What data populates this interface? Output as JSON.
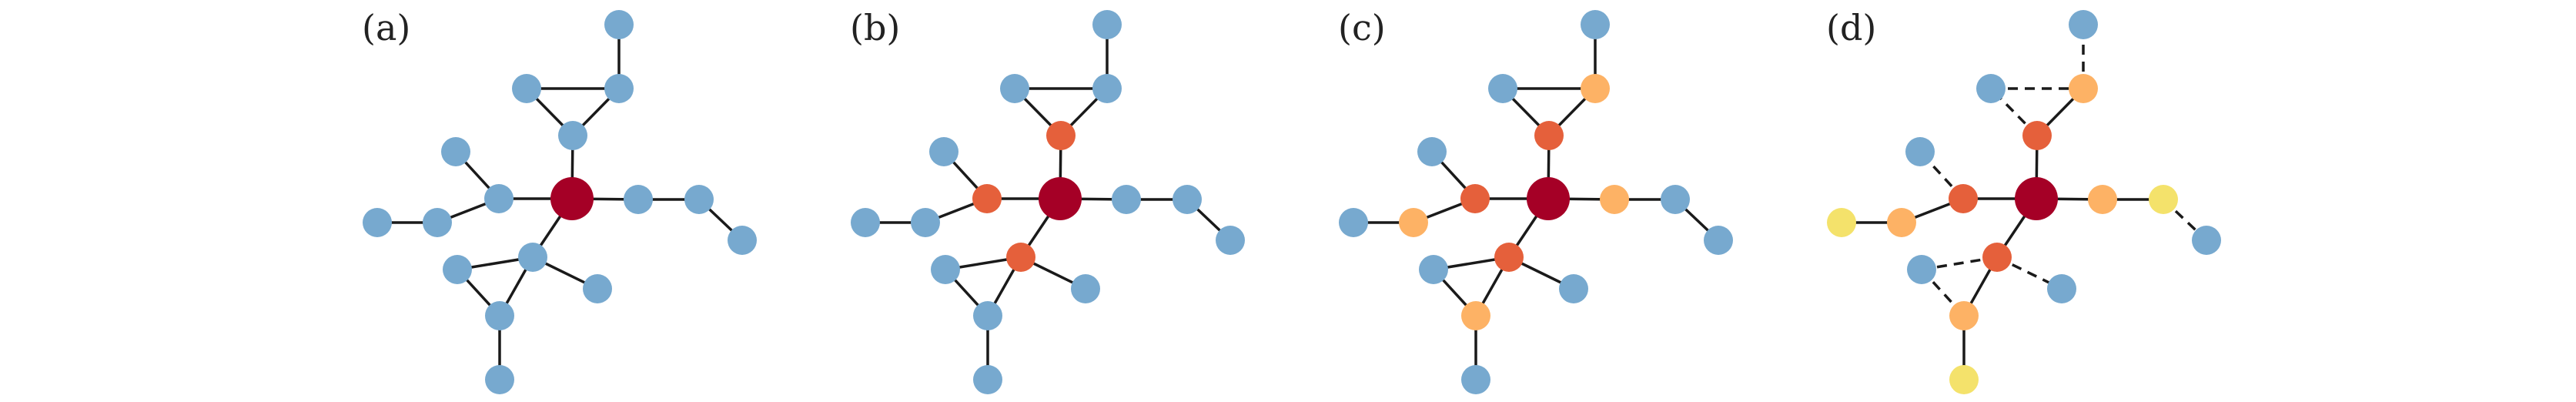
{
  "colors": {
    "blue": "#77a9cf",
    "center": "#a50026",
    "red_orange": "#e5603b",
    "light_orange": "#fdb265",
    "yellow": "#f4e26b",
    "edge": "#1a1a1a"
  },
  "panels": [
    {
      "label": "(a)"
    },
    {
      "label": "(b)"
    },
    {
      "label": "(c)"
    },
    {
      "label": "(d)"
    }
  ]
}
